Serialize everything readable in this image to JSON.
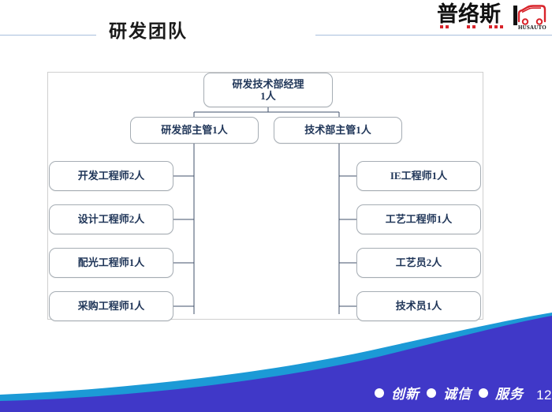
{
  "slide": {
    "title": "研发团队",
    "page_number": "12",
    "background_color": "#ffffff"
  },
  "logo": {
    "brand_cn": "普络斯",
    "brand_en": "HUSAUTO",
    "red_color": "#d8232a",
    "dark_color": "#111111",
    "car_icon": "car-outline-icon"
  },
  "header": {
    "rule_color": "#a9c0dd"
  },
  "chart_data": {
    "type": "diagram",
    "title": "研发团队",
    "orientation": "top-down-then-split",
    "root": {
      "lines": [
        "研发技术部经理",
        "1人"
      ],
      "label": "研发技术部经理 1人"
    },
    "level2": [
      {
        "label": "研发部主管1人",
        "side": "left"
      },
      {
        "label": "技术部主管1人",
        "side": "right"
      }
    ],
    "left_branch": [
      {
        "label": "开发工程师2人"
      },
      {
        "label": "设计工程师2人"
      },
      {
        "label": "配光工程师1人"
      },
      {
        "label": "采购工程师1人"
      }
    ],
    "right_branch": [
      {
        "label": "IE工程师1人"
      },
      {
        "label": "工艺工程师1人"
      },
      {
        "label": "工艺员2人"
      },
      {
        "label": "技术员1人"
      }
    ],
    "node_text_color": "#1f3558",
    "node_border_color": "#a6adb4",
    "connector_color": "#42506b",
    "frame_border_color": "#cfcfcf"
  },
  "footer": {
    "items": [
      {
        "icon": "bullet-dot-icon",
        "label": "创新"
      },
      {
        "icon": "bullet-dot-icon",
        "label": "诚信"
      },
      {
        "icon": "bullet-dot-icon",
        "label": "服务"
      }
    ],
    "text_color": "#ffffff"
  },
  "decor": {
    "wave_light_color": "#1c9ad6",
    "wave_dark_color": "#4038c8"
  }
}
